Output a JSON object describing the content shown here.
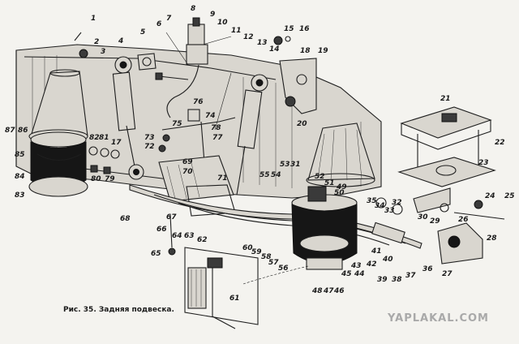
{
  "figure": {
    "caption": "Рис. 35. Задняя подвеска.",
    "watermark": "YAPLAKAL.COM",
    "colors": {
      "ink": "#1e1e1e",
      "paper": "#f4f3ef",
      "watermark": "#a9a9a9"
    }
  },
  "callouts": [
    "1",
    "2",
    "3",
    "4",
    "5",
    "6",
    "7",
    "8",
    "9",
    "10",
    "11",
    "12",
    "13",
    "14",
    "15",
    "16",
    "17",
    "18",
    "19",
    "20",
    "21",
    "22",
    "23",
    "24",
    "25",
    "26",
    "27",
    "28",
    "29",
    "30",
    "31",
    "32",
    "33",
    "34",
    "35",
    "36",
    "37",
    "38",
    "39",
    "40",
    "41",
    "42",
    "43",
    "44",
    "45",
    "46",
    "47",
    "48",
    "49",
    "50",
    "51",
    "52",
    "53",
    "54",
    "55",
    "56",
    "57",
    "58",
    "59",
    "60",
    "61",
    "62",
    "63",
    "64",
    "65",
    "66",
    "67",
    "68",
    "69",
    "70",
    "71",
    "72",
    "73",
    "74",
    "75",
    "76",
    "77",
    "78",
    "79",
    "80",
    "81",
    "82",
    "83",
    "84",
    "85",
    "86",
    "87"
  ]
}
